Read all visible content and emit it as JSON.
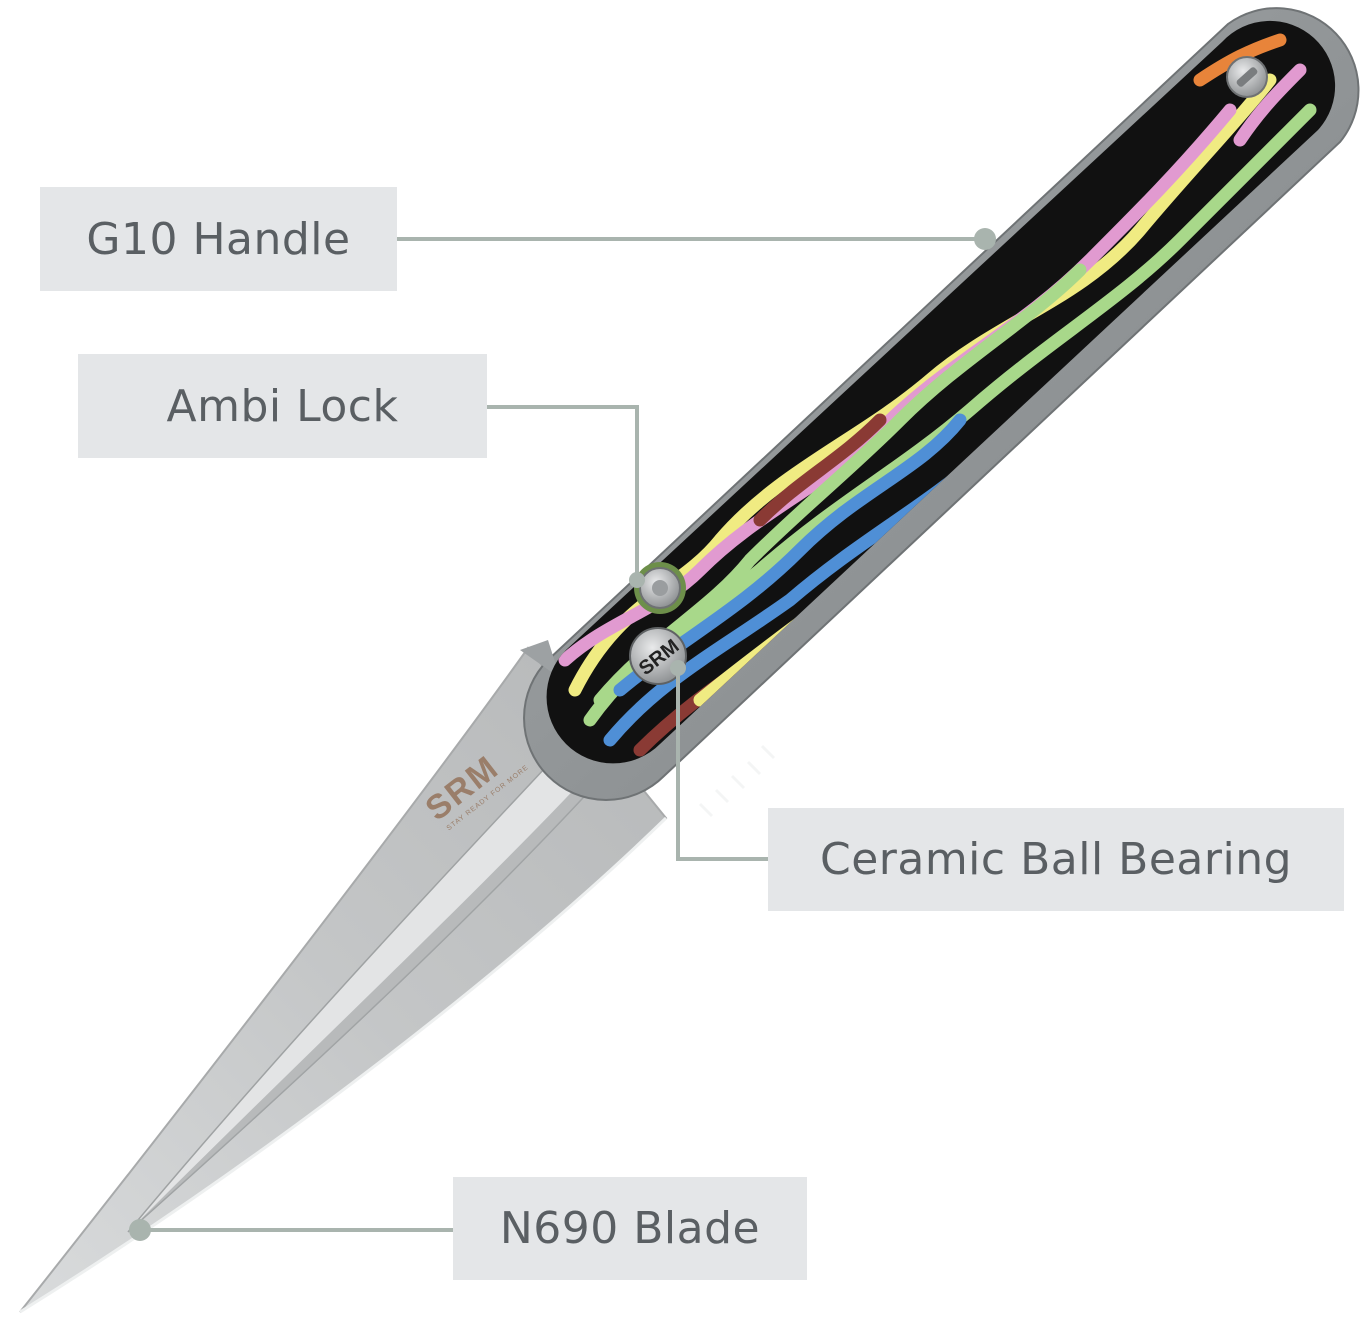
{
  "brand": {
    "blade_logo": "SRM",
    "blade_tagline": "STAY READY FOR MORE",
    "bearing_logo": "SRM"
  },
  "callouts": {
    "g10_handle": "G10 Handle",
    "ambi_lock": "Ambi Lock",
    "ceramic_ball_bearing": "Ceramic Ball Bearing",
    "n690_blade": "N690 Blade"
  },
  "colors": {
    "callout_bg": "#e4e6e8",
    "callout_text": "#5a5f63",
    "leader_line": "#a9b4ae",
    "blade": "#c9cbcc",
    "liner": "#8e9294",
    "handle_base": "#111111",
    "stripe_yellow": "#f0eb82",
    "stripe_green": "#a8d88a",
    "stripe_blue": "#4f8fd6",
    "stripe_pink": "#e19ad0",
    "stripe_red": "#8a3a34",
    "stripe_orange": "#e8843a"
  },
  "icons": {
    "pivot": "ceramic-bearing-pivot-icon",
    "lock": "ambi-lock-button-icon",
    "screw": "torx-screw-icon"
  }
}
